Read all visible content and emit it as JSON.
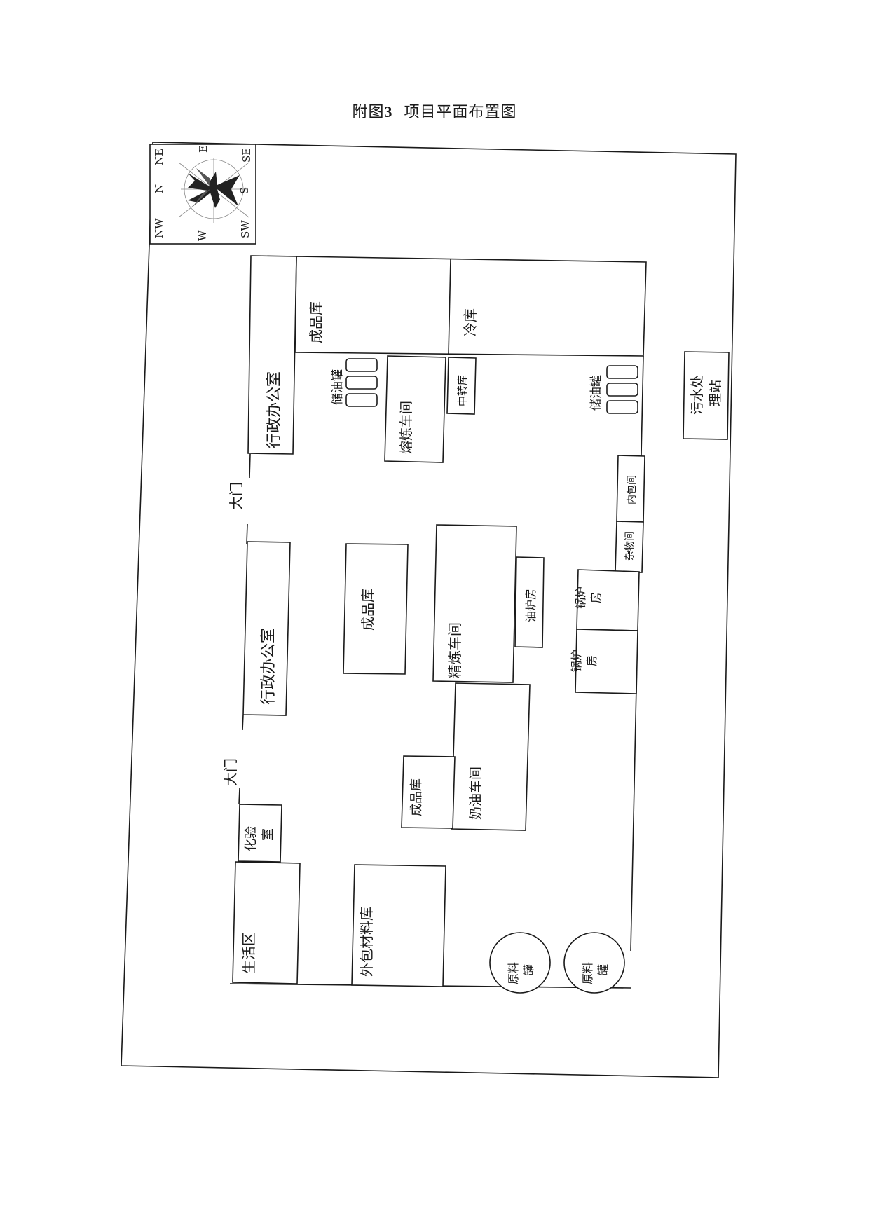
{
  "figure": {
    "title_prefix": "附图",
    "title_number": "3",
    "title_text": "项目平面布置图"
  },
  "compass": {
    "labels": {
      "nw": "NW",
      "n": "N",
      "ne": "NE",
      "e": "E",
      "se": "SE",
      "s": "S",
      "sw": "SW",
      "w": "W"
    }
  },
  "buildings": {
    "admin_office_north": "行政办公室",
    "finished_store_north": "成品库",
    "cold_store": "冷库",
    "oil_tanks_1": "储油罐",
    "melting_workshop": "熔炼车间",
    "transfer_store": "中转库",
    "oil_tanks_2": "储油罐",
    "sewage_station": "污水处理站",
    "gate_north": "大门",
    "inner_pack_room": "内包间",
    "sundries_room": "杂物间",
    "finished_store_middle": "成品库",
    "refining_workshop": "精炼车间",
    "oil_boiler_room": "油炉房",
    "boiler_room_1": "锅炉房",
    "boiler_room_2": "锅炉房",
    "admin_office_middle": "行政办公室",
    "gate_south": "大门",
    "finished_store_south": "成品库",
    "butter_workshop": "奶油车间",
    "lab": "化验室",
    "living_area": "生活区",
    "outer_packaging_store": "外包材料库",
    "raw_tank_1": "原料罐",
    "raw_tank_2": "原料罐"
  }
}
